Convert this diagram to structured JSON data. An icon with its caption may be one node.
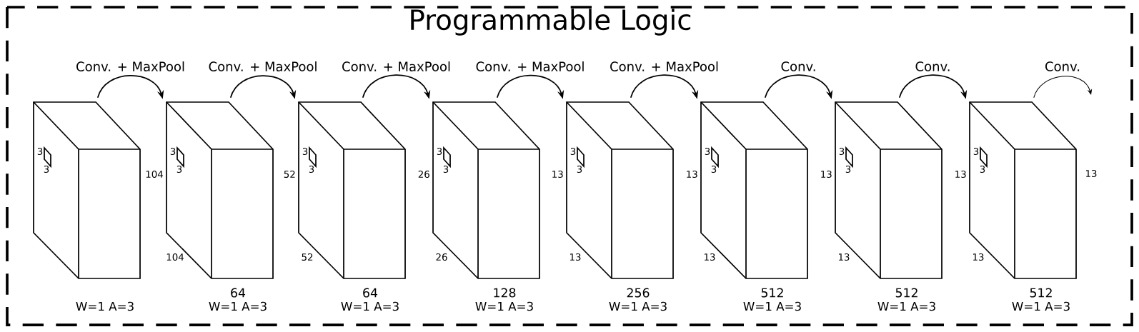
{
  "diagram": {
    "title": "Programmable Logic",
    "nodes": [
      {
        "text": [
          "3",
          "3"
        ],
        "beside": [
          "W=1 A=3"
        ]
      },
      {
        "text": [
          "3",
          "3"
        ],
        "beside": [
          "104",
          "104",
          "64",
          "W=1 A=3"
        ]
      },
      {
        "text": [
          "3",
          "3"
        ],
        "beside": [
          "52",
          "52",
          "64",
          "W=1 A=3"
        ]
      },
      {
        "text": [
          "3",
          "3"
        ],
        "beside": [
          "26",
          "26",
          "128",
          "W=1 A=3"
        ]
      },
      {
        "text": [
          "3",
          "3"
        ],
        "beside": [
          "13",
          "13",
          "256",
          "W=1 A=3"
        ]
      },
      {
        "text": [
          "3",
          "3"
        ],
        "beside": [
          "13",
          "13",
          "512",
          "W=1 A=3"
        ]
      },
      {
        "text": [
          "3",
          "3"
        ],
        "beside": [
          "13",
          "13",
          "512",
          "W=1 A=3"
        ]
      },
      {
        "text": [
          "3",
          "3"
        ],
        "beside": [
          "13",
          "13",
          "512",
          "W=1 A=3"
        ]
      }
    ],
    "edges": [
      {
        "from": 0,
        "to": 1,
        "arrow": "to",
        "label": "Conv. + MaxPool"
      },
      {
        "from": 1,
        "to": 2,
        "arrow": "to",
        "label": "Conv. + MaxPool"
      },
      {
        "from": 2,
        "to": 3,
        "arrow": "to",
        "label": "Conv. + MaxPool"
      },
      {
        "from": 3,
        "to": 4,
        "arrow": "to",
        "label": "Conv. + MaxPool"
      },
      {
        "from": 4,
        "to": 5,
        "arrow": "to",
        "label": "Conv. + MaxPool"
      },
      {
        "from": 5,
        "to": 6,
        "arrow": "to",
        "label": "Conv."
      },
      {
        "from": 6,
        "to": 7,
        "arrow": "to",
        "label": "Conv."
      },
      {
        "from": 7,
        "to": null,
        "arrow": "to",
        "label": "Conv."
      }
    ],
    "labels": [
      "13"
    ]
  }
}
